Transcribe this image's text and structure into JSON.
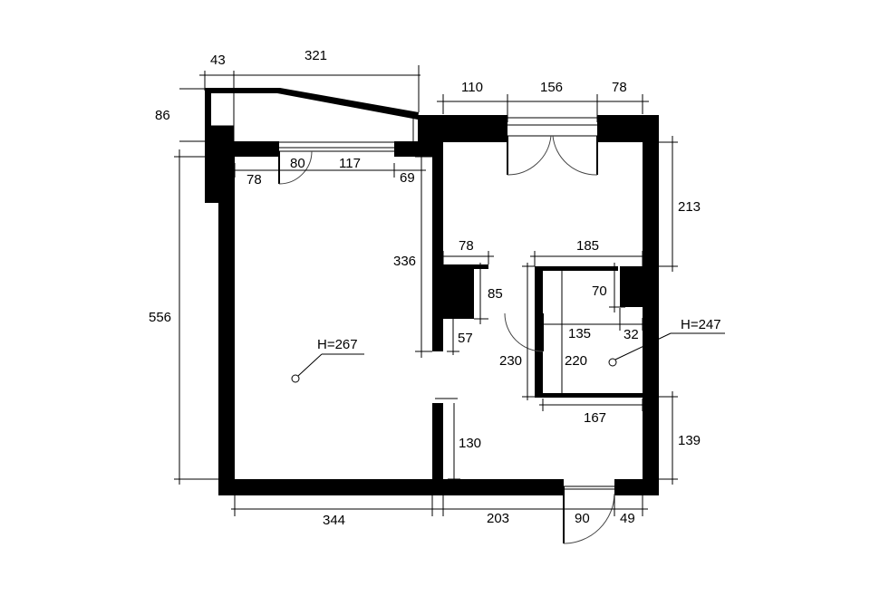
{
  "colors": {
    "walls": "#000000",
    "background": "#ffffff",
    "lines": "#000000"
  },
  "dimensions": {
    "d43": "43",
    "d321": "321",
    "d86": "86",
    "d110": "110",
    "d156": "156",
    "d78_top": "78",
    "d78_left": "78",
    "d80": "80",
    "d117": "117",
    "d69": "69",
    "d213": "213",
    "d336": "336",
    "d78_mid": "78",
    "d185": "185",
    "d85": "85",
    "d70": "70",
    "d556": "556",
    "d57": "57",
    "d135": "135",
    "d32": "32",
    "d230": "230",
    "d220": "220",
    "d167": "167",
    "d130": "130",
    "d139": "139",
    "d344": "344",
    "d203": "203",
    "d90": "90",
    "d49": "49"
  },
  "heights": {
    "main_room": "H=267",
    "bath": "H=247"
  }
}
